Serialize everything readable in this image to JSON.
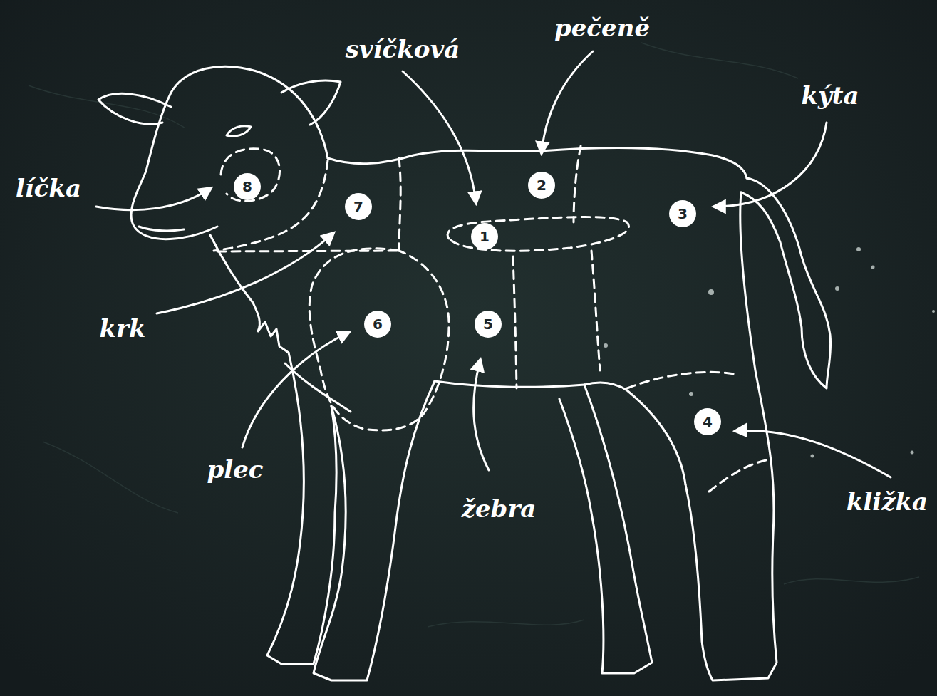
{
  "diagram": {
    "nodes": [
      {
        "text": [
          "2"
        ]
      },
      {
        "text": [
          "8"
        ]
      },
      {
        "text": [
          "7"
        ]
      },
      {
        "text": [
          "3"
        ]
      },
      {
        "text": [
          "1"
        ]
      },
      {
        "text": [
          "6"
        ]
      },
      {
        "text": [
          "5"
        ]
      },
      {
        "text": [
          "4"
        ]
      }
    ],
    "labels": [
      "pečeně",
      "svíčková",
      "kýta",
      "líčka",
      "krk",
      "plec",
      "kližka",
      "žebra"
    ]
  }
}
